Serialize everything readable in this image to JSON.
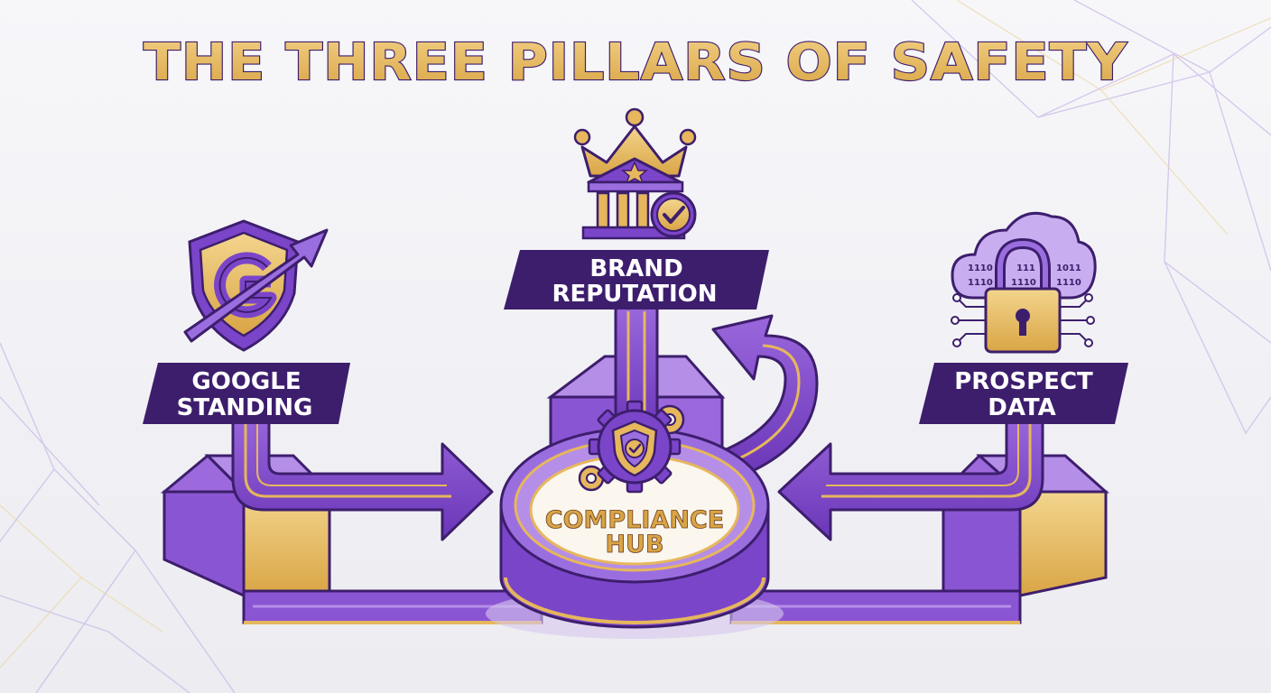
{
  "title": "THE THREE PILLARS OF SAFETY",
  "hub": {
    "line1": "COMPLIANCE",
    "line2": "HUB"
  },
  "pillars": [
    {
      "line1": "GOOGLE",
      "line2": "STANDING",
      "icon": "google-shield-arrow-icon"
    },
    {
      "line1": "BRAND",
      "line2": "REPUTATION",
      "icon": "crown-bank-check-icon"
    },
    {
      "line1": "PROSPECT",
      "line2": "DATA",
      "icon": "cloud-lock-icon"
    }
  ],
  "icon_binary": {
    "a": "1110",
    "b": "1011",
    "c": "111",
    "d": "1110",
    "e": "1110",
    "f": "1110"
  },
  "colors": {
    "purple": "#7b45c9",
    "purple_dark": "#3d1e6d",
    "purple_light": "#a67ee0",
    "gold": "#e6b75c",
    "gold_light": "#f1cf83",
    "background": "#f4f4f7"
  }
}
